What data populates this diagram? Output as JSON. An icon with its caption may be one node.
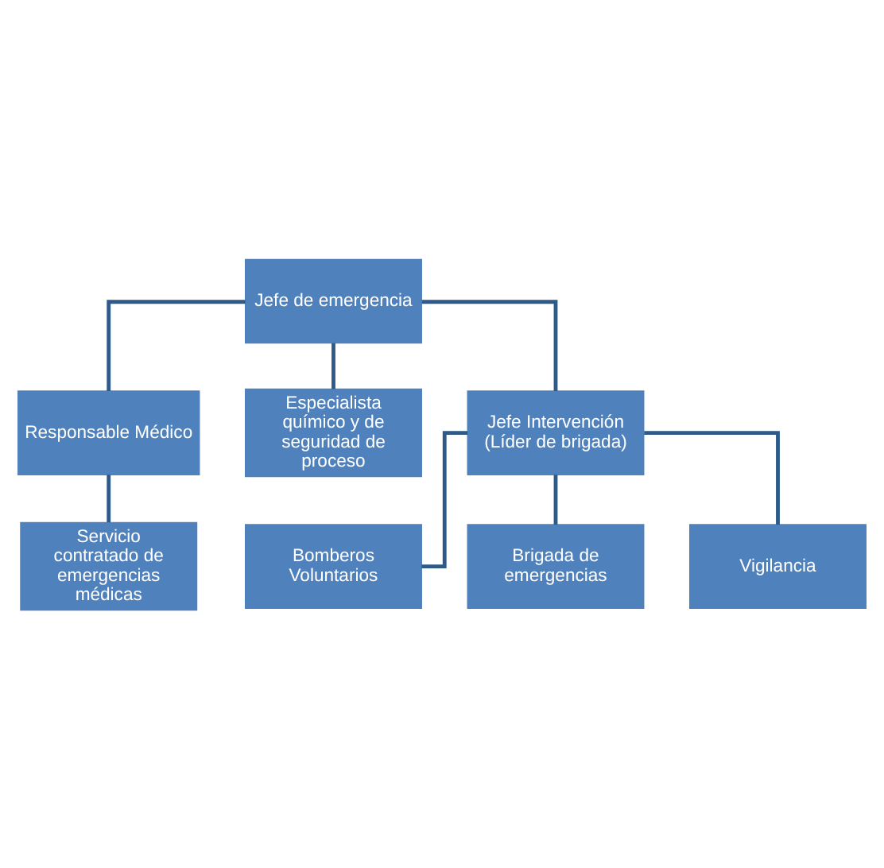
{
  "diagram": {
    "nodes": [
      {
        "text": [
          "Jefe de emergencia"
        ]
      },
      {
        "text": [
          "Responsable Médico"
        ]
      },
      {
        "text": [
          "Especialista químico y de seguridad de proceso"
        ]
      },
      {
        "text": [
          "Servicio contratado de emergencias médicas"
        ]
      },
      {
        "text": [
          "Jefe Intervención (Líder de brigada)"
        ]
      },
      {
        "text": [
          "Bomberos Voluntarios"
        ]
      },
      {
        "text": [
          "Brigada de emergencias"
        ]
      },
      {
        "text": [
          "Vigilancia"
        ]
      }
    ],
    "edges": [
      {
        "from": 0,
        "to": 1,
        "arrow": "none"
      },
      {
        "from": 0,
        "to": 2,
        "arrow": "none"
      },
      {
        "from": 1,
        "to": 3,
        "arrow": "none"
      },
      {
        "from": 0,
        "to": 4,
        "arrow": "none"
      },
      {
        "from": 4,
        "to": 5,
        "arrow": "none"
      },
      {
        "from": 4,
        "to": 6,
        "arrow": "none"
      },
      {
        "from": 4,
        "to": 7,
        "arrow": "none"
      }
    ]
  }
}
